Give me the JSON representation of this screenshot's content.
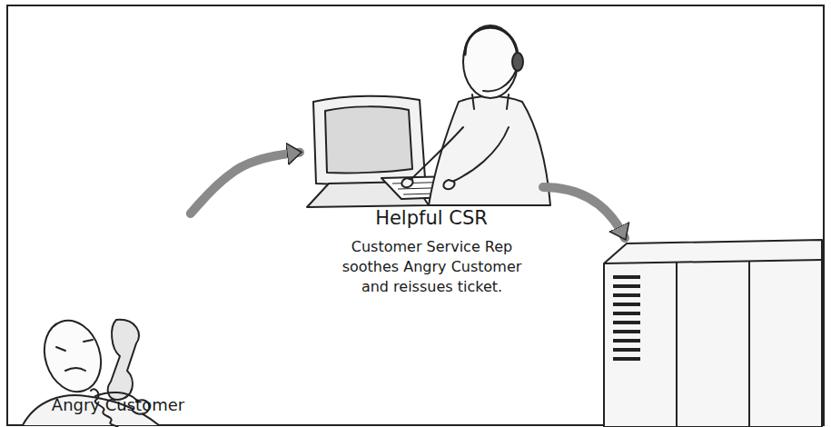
{
  "diagram": {
    "nodes": [
      {
        "text": [
          "Angry Customer"
        ]
      },
      {
        "text": [
          "Helpful CSR",
          "Customer Service Rep soothes Angry Customer and reissues ticket."
        ]
      }
    ],
    "edges": [
      {
        "from": 0,
        "to": 1,
        "arrow": "to"
      }
    ]
  }
}
